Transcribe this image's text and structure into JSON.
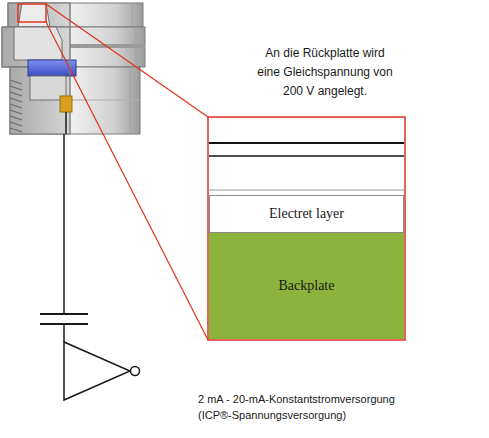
{
  "diagram": {
    "nodes": [
      {
        "text": [
          "Electret layer"
        ]
      },
      {
        "text": [
          "Backplate"
        ]
      }
    ],
    "labels": [
      "An die Rückplatte wird eine Gleichspannung von 200 V angelegt.",
      "2 mA - 20-mA-Konstantstromversorgung (ICP®-Spannungsversorgung)"
    ]
  }
}
